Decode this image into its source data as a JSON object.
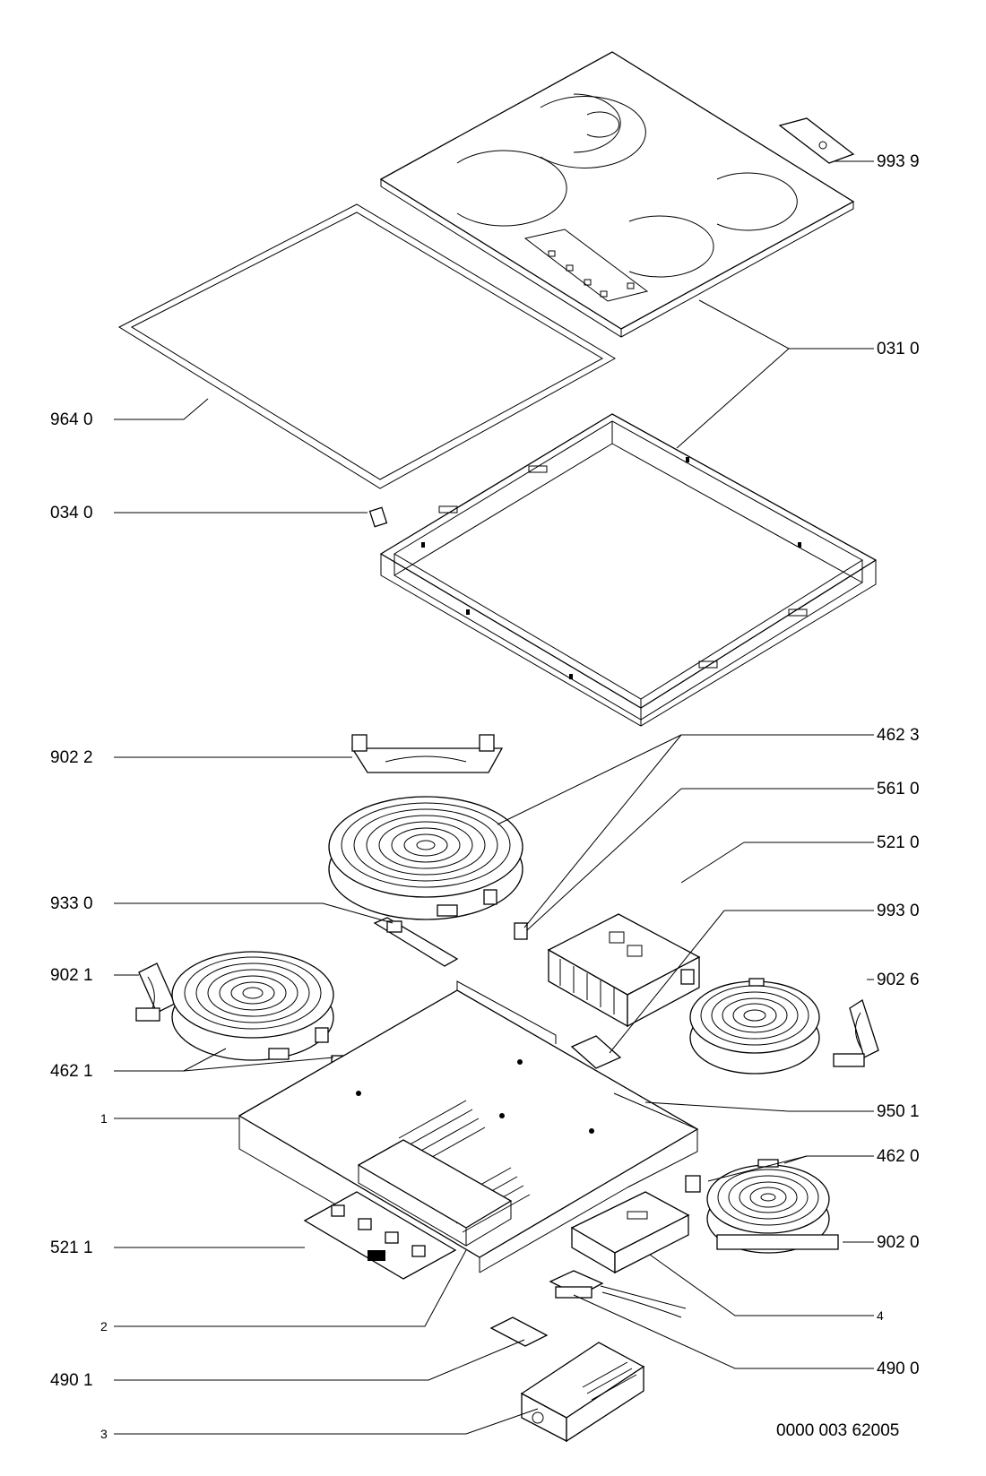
{
  "doc_code": "0000 003 62005",
  "labels": {
    "p9939": "993 9",
    "p0310": "031 0",
    "p9640": "964 0",
    "p0340": "034 0",
    "p9022": "902 2",
    "p4623": "462 3",
    "p5610": "561 0",
    "p5210": "521 0",
    "p9330": "933 0",
    "p9930": "993 0",
    "p9021": "902 1",
    "p9026": "902 6",
    "p4621": "462 1",
    "p9501": "950 1",
    "p1": "1",
    "p4620": "462 0",
    "p5211": "521 1",
    "p9020": "902 0",
    "p2": "2",
    "p4": "4",
    "p4901": "490 1",
    "p4900": "490 0",
    "p3": "3"
  }
}
